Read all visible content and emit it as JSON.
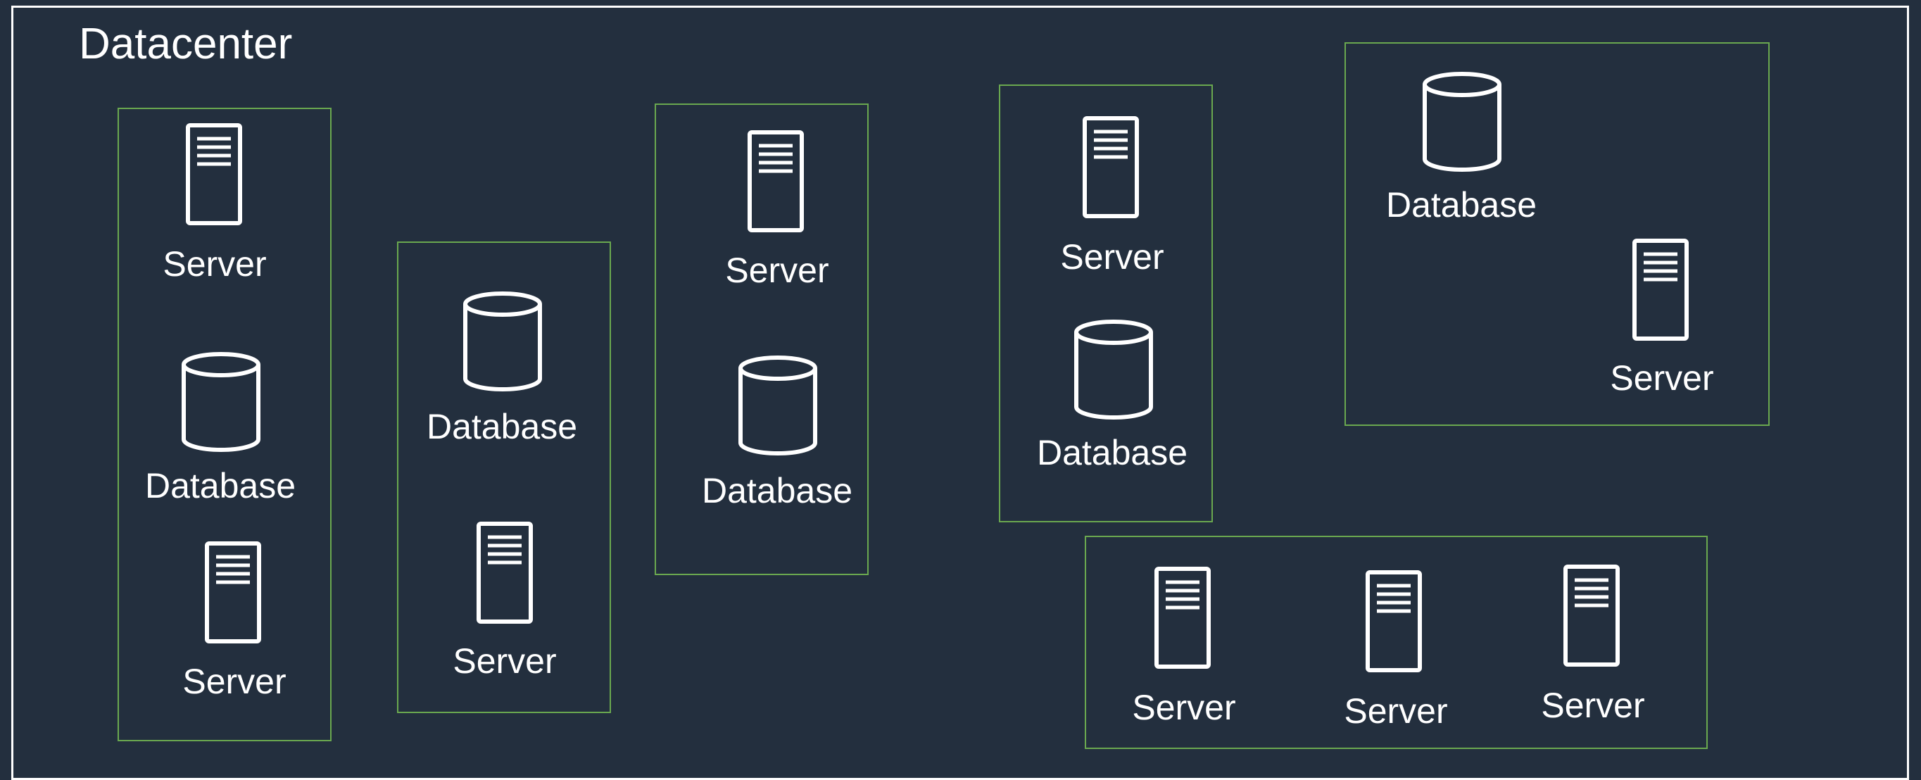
{
  "title": "Datacenter",
  "colors": {
    "background": "#232f3e",
    "frame": "#ffffff",
    "group_border": "#6aa84f",
    "icon": "#ffffff"
  },
  "nodes": {
    "g1_server_a": {
      "icon": "server-icon",
      "label": "Server"
    },
    "g1_database": {
      "icon": "database-icon",
      "label": "Database"
    },
    "g1_server_b": {
      "icon": "server-icon",
      "label": "Server"
    },
    "g2_database": {
      "icon": "database-icon",
      "label": "Database"
    },
    "g2_server": {
      "icon": "server-icon",
      "label": "Server"
    },
    "g3_server": {
      "icon": "server-icon",
      "label": "Server"
    },
    "g3_database": {
      "icon": "database-icon",
      "label": "Database"
    },
    "g4_server": {
      "icon": "server-icon",
      "label": "Server"
    },
    "g4_database": {
      "icon": "database-icon",
      "label": "Database"
    },
    "g5_database": {
      "icon": "database-icon",
      "label": "Database"
    },
    "g5_server": {
      "icon": "server-icon",
      "label": "Server"
    },
    "g6_server_a": {
      "icon": "server-icon",
      "label": "Server"
    },
    "g6_server_b": {
      "icon": "server-icon",
      "label": "Server"
    },
    "g6_server_c": {
      "icon": "server-icon",
      "label": "Server"
    }
  }
}
